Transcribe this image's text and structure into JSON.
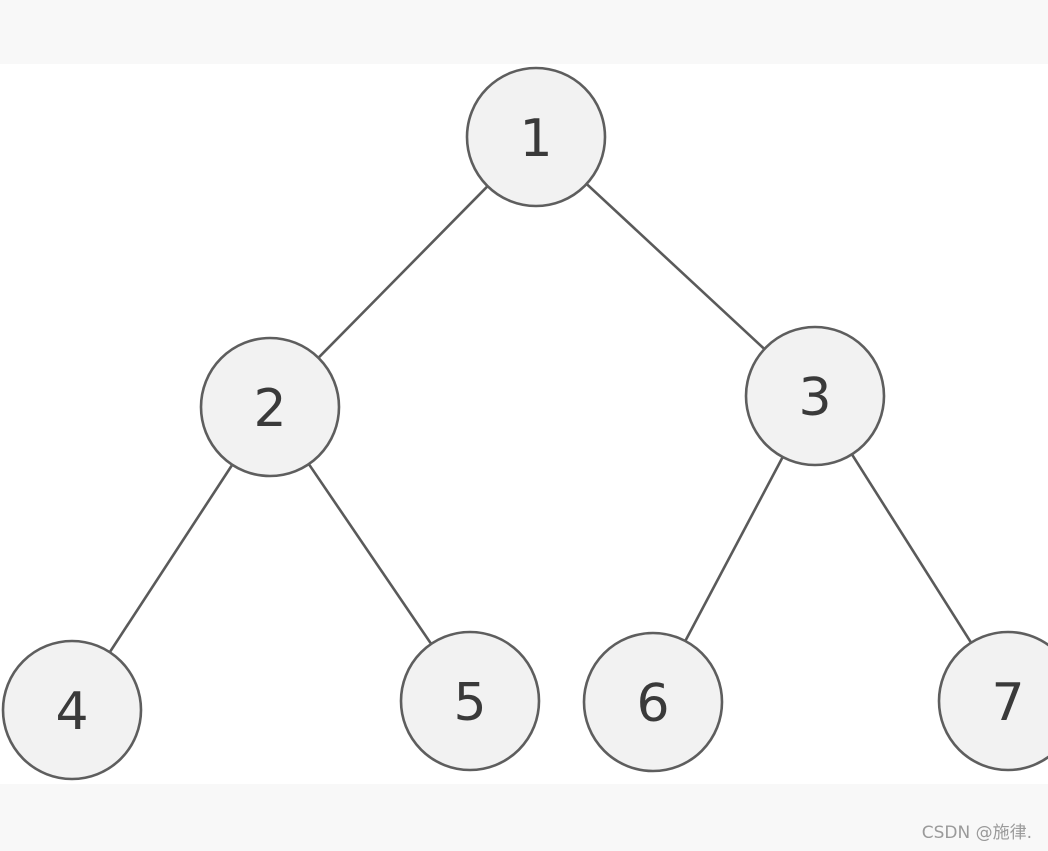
{
  "diagram": {
    "type": "binary-tree",
    "nodes": [
      {
        "id": "1",
        "label": "1"
      },
      {
        "id": "2",
        "label": "2"
      },
      {
        "id": "3",
        "label": "3"
      },
      {
        "id": "4",
        "label": "4"
      },
      {
        "id": "5",
        "label": "5"
      },
      {
        "id": "6",
        "label": "6"
      },
      {
        "id": "7",
        "label": "7"
      }
    ],
    "edges": [
      {
        "from": "1",
        "to": "2"
      },
      {
        "from": "1",
        "to": "3"
      },
      {
        "from": "2",
        "to": "4"
      },
      {
        "from": "2",
        "to": "5"
      },
      {
        "from": "3",
        "to": "6"
      },
      {
        "from": "3",
        "to": "7"
      }
    ]
  },
  "watermark": {
    "text": "CSDN @施律."
  }
}
